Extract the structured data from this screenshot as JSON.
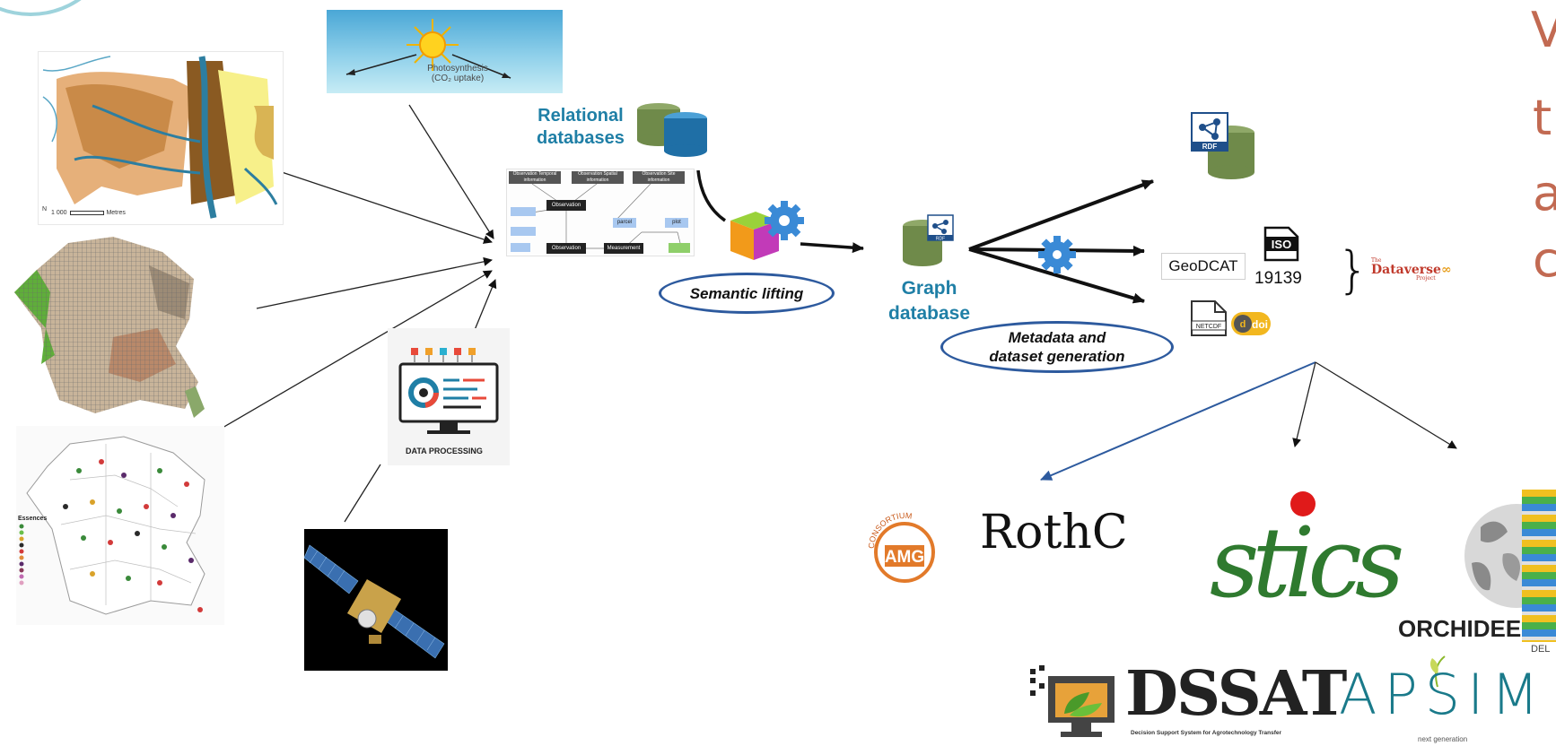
{
  "sources": {
    "photosynthesis_caption_line1": "Photosynthesis",
    "photosynthesis_caption_line2": "(CO₂ uptake)",
    "soil_map_scale": "1 000",
    "soil_map_units": "Metres",
    "soil_map_north": "N",
    "essences_legend_title": "Essences",
    "data_processing_label": "DATA PROCESSING"
  },
  "relational": {
    "title_line1": "Relational",
    "title_line2": "databases",
    "schema_headers": [
      "Observation Temporal information",
      "Observation Spatial information",
      "Observation Site information"
    ],
    "schema_boxes": [
      "Observation",
      "Observation",
      "Measurement",
      "parcel",
      "plot"
    ]
  },
  "semantic_lifting": "Semantic lifting",
  "graph_db": {
    "line1": "Graph",
    "line2": "database",
    "rdf_badge": "RDF"
  },
  "metadata_oval": {
    "line1": "Metadata and",
    "line2": "dataset generation"
  },
  "outputs": {
    "rdf_badge": "RDF",
    "geodcat": "GeoDCAT",
    "iso_badge": "ISO",
    "iso_number": "19139",
    "netcdf": "NETCDF",
    "doi": "doi",
    "brace": "}",
    "dataverse_small": "The",
    "dataverse": "Dataverse",
    "dataverse_project": "Project"
  },
  "models": {
    "amg_ring": "CONSORTIUM",
    "amg": "AMG",
    "rothc": "RothC",
    "stics": "stics",
    "orchidee": "ORCHIDEE",
    "orchidee_sub": "DEL",
    "dssat": "DSSAT",
    "dssat_sub": "Decision Support System for Agrotechnology Transfer",
    "apsim": "APSIM",
    "apsim_sub": "next generation"
  },
  "side_text": [
    "V",
    "t",
    "a",
    "c"
  ],
  "colors": {
    "oval_border": "#2d5a9e",
    "title_blue": "#1f7fa6",
    "side_text": "#c26a52",
    "db_green": "#6f8a4a",
    "db_blue": "#1f6fa6",
    "arrow_blue": "#2d5a9e"
  }
}
